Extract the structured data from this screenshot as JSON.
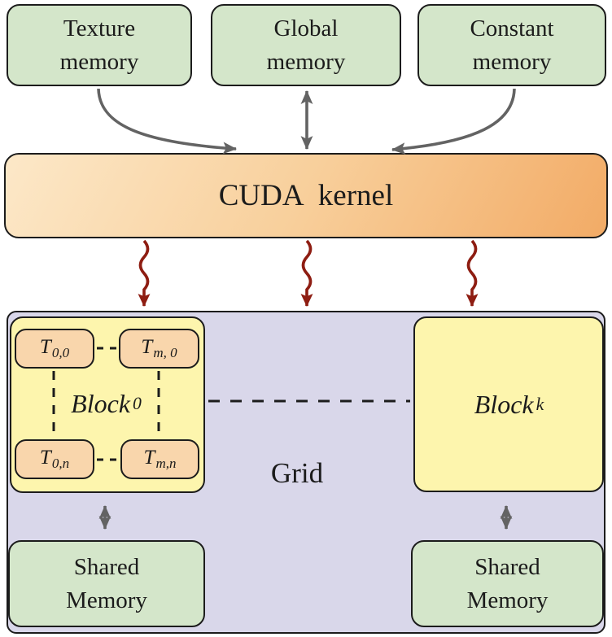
{
  "colors": {
    "green": "#d4e6ca",
    "grid-bg": "#d9d7ea",
    "yellow": "#fdf5ad",
    "thread": "#f9d6ac",
    "kernel-from": "#fce8c8",
    "kernel-mid": "#f8cf9b",
    "kernel-to": "#f2ab66",
    "red": "#8e1d12",
    "gray": "#636363",
    "line": "#1c1c1c",
    "text": "#1b1b1b"
  },
  "memories": [
    {
      "line1": "Texture",
      "line2": "memory"
    },
    {
      "line1": "Global",
      "line2": "memory"
    },
    {
      "line1": "Constant",
      "line2": "memory"
    }
  ],
  "kernel": {
    "label": "CUDA kernel"
  },
  "grid": {
    "label": "Grid",
    "blocks": [
      {
        "name": "Block",
        "sub": "0"
      },
      {
        "name": "Block",
        "sub": "k"
      }
    ],
    "threads": [
      {
        "main": "T",
        "sub": "0,0"
      },
      {
        "main": "T",
        "sub": "m, 0"
      },
      {
        "main": "T",
        "sub": "0,n"
      },
      {
        "main": "T",
        "sub": "m,n"
      }
    ],
    "shared": [
      {
        "line1": "Shared",
        "line2": "Memory"
      },
      {
        "line1": "Shared",
        "line2": "Memory"
      }
    ]
  }
}
